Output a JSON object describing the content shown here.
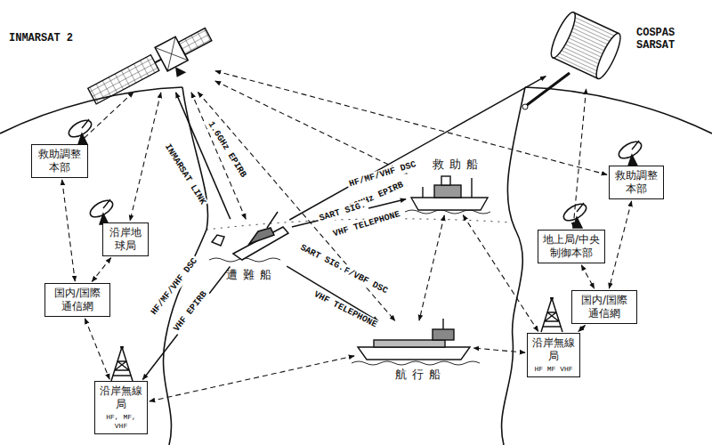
{
  "diagram": {
    "nodes": [
      {
        "text": [
          "INMARSAT 2"
        ]
      },
      {
        "text": [
          "COSPAS SARSAT"
        ]
      },
      {
        "text": [
          "救助調整本部"
        ]
      },
      {
        "text": [
          "沿岸地球局"
        ]
      },
      {
        "text": [
          "国内/国際通信網"
        ]
      },
      {
        "text": [
          "沿岸無線局",
          "HF, MF, VHF"
        ]
      },
      {
        "text": [
          "遭難船"
        ]
      },
      {
        "text": [
          "救助船"
        ]
      },
      {
        "text": [
          "航行船"
        ]
      },
      {
        "text": [
          "地上局/中央制御本部"
        ]
      },
      {
        "text": [
          "救助調整本部"
        ]
      },
      {
        "text": [
          "国内/国際通信網"
        ]
      },
      {
        "text": [
          "沿岸無線局",
          "HF MF VHF"
        ]
      }
    ],
    "edges": [
      {
        "from": 6,
        "to": 0,
        "arrow": "to",
        "label": "1.6GHz EPIRB"
      },
      {
        "from": 6,
        "to": 0,
        "arrow": "both",
        "label": "INMARSAT LINK"
      },
      {
        "from": 6,
        "to": 1,
        "arrow": "to",
        "label": "406MHz EPIRB"
      },
      {
        "from": 6,
        "to": 7,
        "arrow": "to",
        "label": "HF/MF/VHF DSC"
      },
      {
        "from": 6,
        "to": 8,
        "arrow": "to",
        "label": "HF/MF/VBF DSC"
      },
      {
        "from": 6,
        "to": 5,
        "arrow": "to",
        "label": "HF/MF/VHF DSC"
      },
      {
        "from": 0,
        "to": 2,
        "arrow": "both"
      },
      {
        "from": 0,
        "to": 3,
        "arrow": "both"
      },
      {
        "from": 0,
        "to": 7,
        "arrow": "both"
      },
      {
        "from": 0,
        "to": 8,
        "arrow": "both"
      },
      {
        "from": 0,
        "to": 10,
        "arrow": "both"
      },
      {
        "from": 1,
        "to": 9,
        "arrow": "both"
      },
      {
        "from": 2,
        "to": 4,
        "arrow": "both"
      },
      {
        "from": 3,
        "to": 4,
        "arrow": "both"
      },
      {
        "from": 4,
        "to": 5,
        "arrow": "both"
      },
      {
        "from": 5,
        "to": 8,
        "arrow": "both"
      },
      {
        "from": 7,
        "to": 8,
        "arrow": "both"
      },
      {
        "from": 10,
        "to": 11,
        "arrow": "both"
      },
      {
        "from": 9,
        "to": 11,
        "arrow": "both"
      },
      {
        "from": 11,
        "to": 12,
        "arrow": "both"
      },
      {
        "from": 12,
        "to": 8,
        "arrow": "both"
      },
      {
        "from": 7,
        "to": 12,
        "arrow": "both"
      }
    ],
    "labels": [
      "SART SIG.",
      "VHF TELEPHONE",
      "SART SIG.",
      "VHF TELEPHONE",
      "VHF EPIRB"
    ]
  }
}
